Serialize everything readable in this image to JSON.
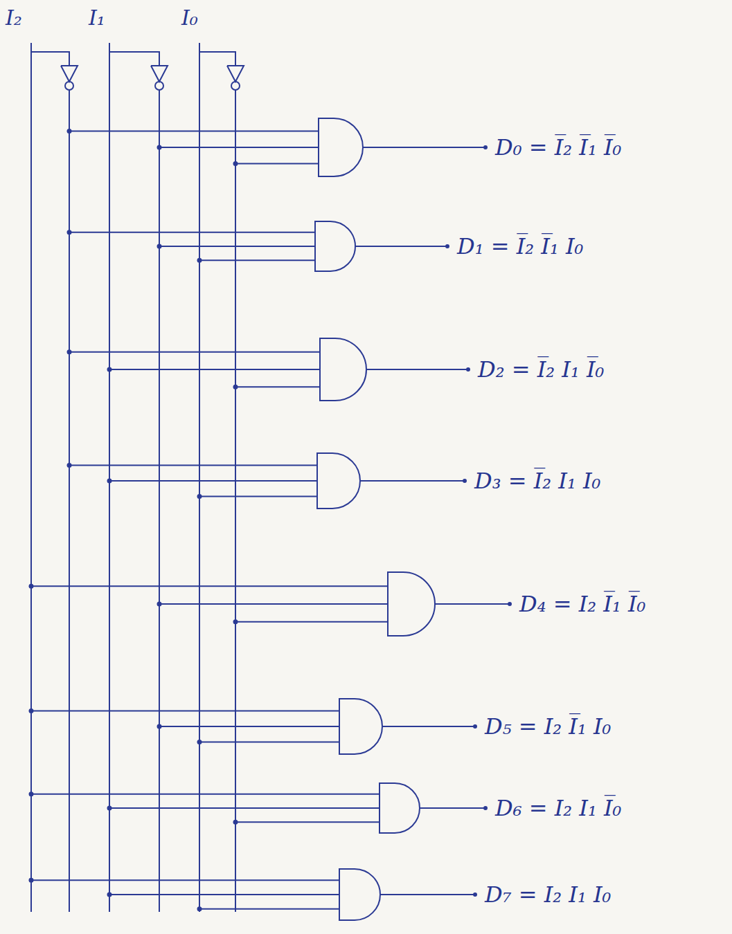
{
  "diagram": {
    "labels": [
      "I₂",
      "I₁",
      "I₀",
      "D₀ = I̅₂ I̅₁ I̅₀",
      "D₁ = I̅₂ I̅₁ I₀",
      "D₂ = I̅₂ I₁ I̅₀",
      "D₃ = I̅₂ I₁ I₀",
      "D₄ = I₂ I̅₁ I̅₀",
      "D₅ = I₂ I̅₁ I₀",
      "D₆ = I₂ I₁ I̅₀",
      "D₇ = I₂ I₁ I₀"
    ]
  }
}
